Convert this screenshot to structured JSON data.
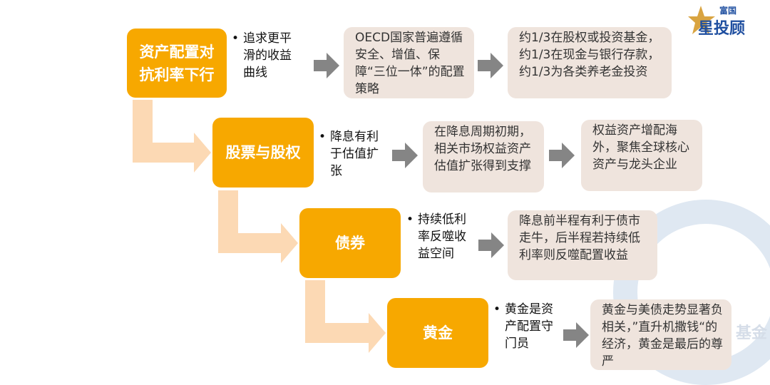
{
  "logo": {
    "text_top": "富国",
    "text_main": "星投顾"
  },
  "watermark": "基金",
  "rows": [
    {
      "title": "资产配置对抗利率下行",
      "bullet": "追求更平滑的收益曲线",
      "boxes": [
        "OECD国家普遍遵循安全、增值、保障“三位一体”的配置策略",
        "约1/3在股权或投资基金，约1/3在现金与银行存款，约1/3为各类养老金投资"
      ]
    },
    {
      "title": "股票与股权",
      "bullet": "降息有利于估值扩张",
      "boxes": [
        "在降息周期初期，相关市场权益资产估值扩张得到支撑",
        "权益资产增配海外，聚焦全球核心资产与龙头企业"
      ]
    },
    {
      "title": "债券",
      "bullet": "持续低利率反噬收益空间",
      "boxes": [
        "降息前半程有利于债市走牛，后半程若持续低利率则反噬配置收益"
      ]
    },
    {
      "title": "黄金",
      "bullet": "黄金是资产配置守门员",
      "boxes": [
        "黄金与美债走势显著负相关，”直升机撒钱“的经济，黄金是最后的尊严"
      ]
    }
  ],
  "colors": {
    "orange": "#f7a800",
    "beige": "#efe4dd",
    "arrow": "#858585",
    "connector": "#fcd9b4"
  }
}
